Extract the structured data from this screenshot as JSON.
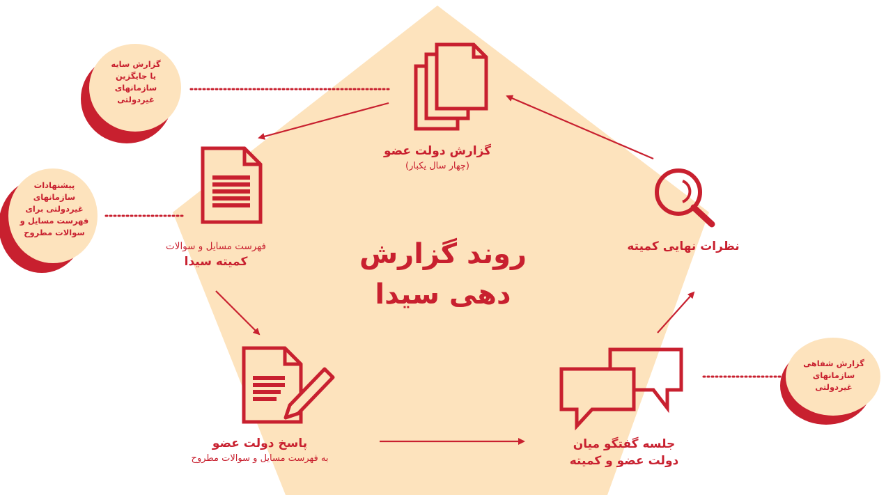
{
  "diagram_title": [
    "روند گزارش",
    "دهی سیدا"
  ],
  "stages": {
    "state_report": {
      "title": "گزارش دولت عضو",
      "subtitle": "(چهار سال یکبار)"
    },
    "committee_list": {
      "subtitle": "فهرست مسایل و سوالات",
      "title": "کمیته سیدا"
    },
    "state_response": {
      "title": "پاسخ دولت عضو",
      "subtitle": "به فهرست مسایل و سوالات مطروح"
    },
    "dialogue": {
      "title": [
        "جلسه گفتگو میان",
        "دولت عضو و کمیته"
      ]
    },
    "final_observations": {
      "title": "نظرات نهایی کمیته"
    }
  },
  "ngo_inputs": {
    "shadow_report": [
      "گزارش سایه",
      "یا جایگزین",
      "سازمانهای",
      "غیردولتی"
    ],
    "ngo_suggestions": [
      "پیشنهادات",
      "سازمانهای",
      "غیردولتی  برای",
      "فهرست مسایل و",
      "سوالات مطروح"
    ],
    "oral_report": [
      "گزارش شفاهی",
      "سازمانهای",
      "غیردولتی"
    ]
  },
  "colors": {
    "accent": "#c8202f",
    "pentagon": "#fde3bd",
    "blob": "#fde3bd",
    "blob_shadow": "#c8202f"
  },
  "icons": [
    "documents-icon",
    "list-document-icon",
    "document-pen-icon",
    "chat-bubbles-icon",
    "magnifier-icon"
  ]
}
